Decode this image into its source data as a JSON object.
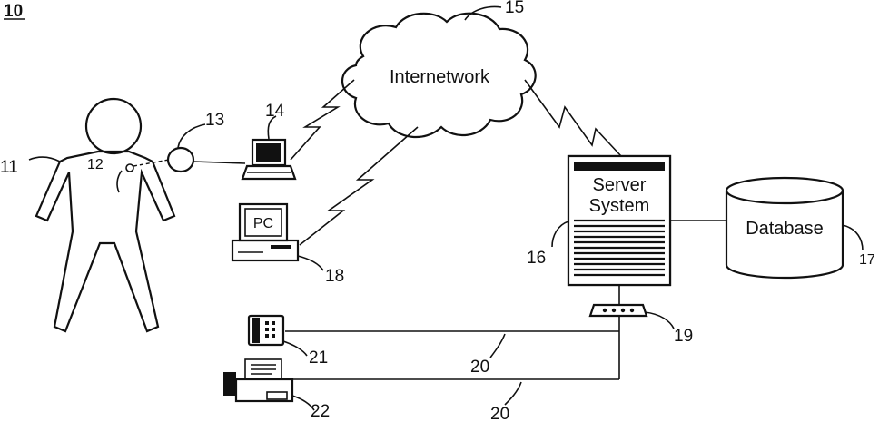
{
  "figure_number": "10",
  "labels": {
    "internetwork": "Internetwork",
    "server_line1": "Server",
    "server_line2": "System",
    "database": "Database",
    "pc": "PC"
  },
  "refs": {
    "r11": "11",
    "r12": "12",
    "r13": "13",
    "r14": "14",
    "r15": "15",
    "r16": "16",
    "r17": "17",
    "r18": "18",
    "r19": "19",
    "r20a": "20",
    "r20b": "20",
    "r21": "21",
    "r22": "22"
  },
  "colors": {
    "ink": "#111111",
    "paper": "#ffffff"
  }
}
